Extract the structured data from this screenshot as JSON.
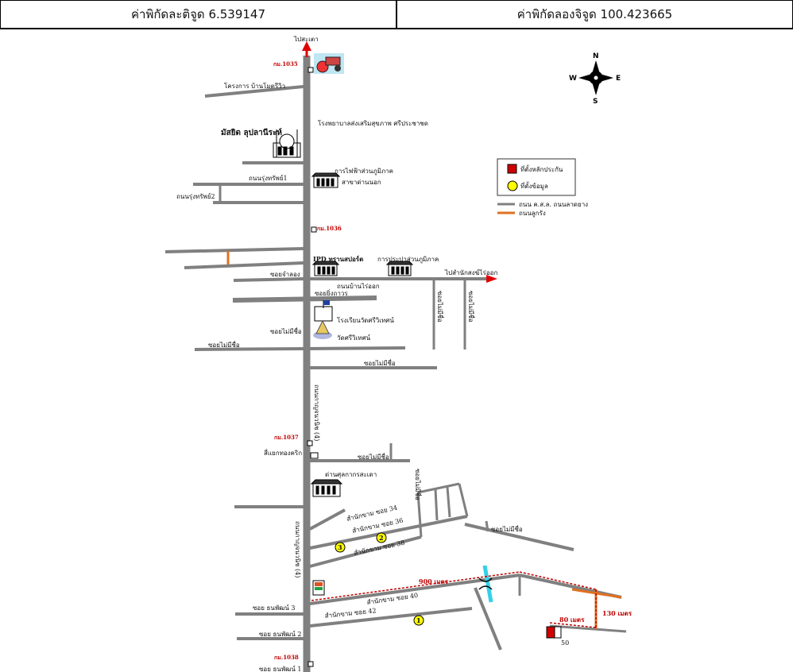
{
  "header": {
    "latitude_label": "ค่าพิกัดละติจูด 6.539147",
    "longitude_label": "ค่าพิกัดลองจิจูด 100.423665"
  },
  "compass": {
    "n": "N",
    "s": "S",
    "e": "E",
    "w": "W"
  },
  "legend": {
    "boundary_marker": "ที่ตั้งหลักประกัน",
    "data_point": "ที่ตั้งข้อมูล",
    "asphalt_road": "ถนน ค.ส.ล. ถนนลาดยาง",
    "laterite_road": "ถนนลูกรัง",
    "colors": {
      "road": "#808080",
      "laterite": "#e07020",
      "marker": "#d00000",
      "point": "#ffff00",
      "dash": "#c00000"
    }
  },
  "labels": {
    "to_satun": "ไปสะเตา",
    "km1035": "กม.1035",
    "project_ban_mo": "โครงการ บ้านโมตรีวิว",
    "hospital": "โรงพยาบาลส่งเสริมสุขภาพ ศรีประชาชด",
    "mosque": "มัสยิด ลุปลานีระห์",
    "electricity": "การไฟฟ้าส่วนภูมิภาค",
    "electricity_branch": "สาขาด่านนอก",
    "rung_sap1": "ถนนรุ่งทรัพย์1",
    "rung_sap2": "ถนนรุ่งทรัพย์2",
    "km1036": "กม.1036",
    "ipd": "IPD ทรานสปอร์ต",
    "waterworks": "การประปาส่วนภูมิภาค",
    "soi_chamlong": "ซอยจำลอง",
    "to_sattani": "ไปสำนักสงฆ์ไร่ออก",
    "ban_rai_ok": "ถนนบ้านไร่ออก",
    "soi_yingthawon": "ซอยยิ่งถาวร",
    "school": "โรงเรียนวัดศรีวิเทศน์",
    "temple": "วัดศรีวิเทศน์",
    "soi_mai_mi_chue": "ซอยไม่มีชื่อ",
    "highway4": "ถนนกาญจนวนิช (4)",
    "km1037": "กม.1037",
    "intersection": "สี่แยกทองคริก",
    "customs": "ด่านศุลกากรสะเดา",
    "soi34": "สำนักขาม ซอย 34",
    "soi36": "สำนักขาม ซอย 36",
    "soi38": "สำนักขาม ซอย 38",
    "soi40": "สำนักขาม ซอย 40",
    "soi42": "สำนักขาม ซอย 42",
    "dist900": "900 เมตร",
    "dist130": "130 เมตร",
    "dist80": "80 เมตร",
    "thanaphat3": "ซอย ธนพัฒน์ 3",
    "thanaphat2": "ซอย ธนพัฒน์ 2",
    "thanaphat1": "ซอย ธนพัฒน์ 1",
    "km1038": "กม.1038",
    "point1": "1",
    "point2": "2",
    "point3": "3",
    "lot_label": "50"
  }
}
